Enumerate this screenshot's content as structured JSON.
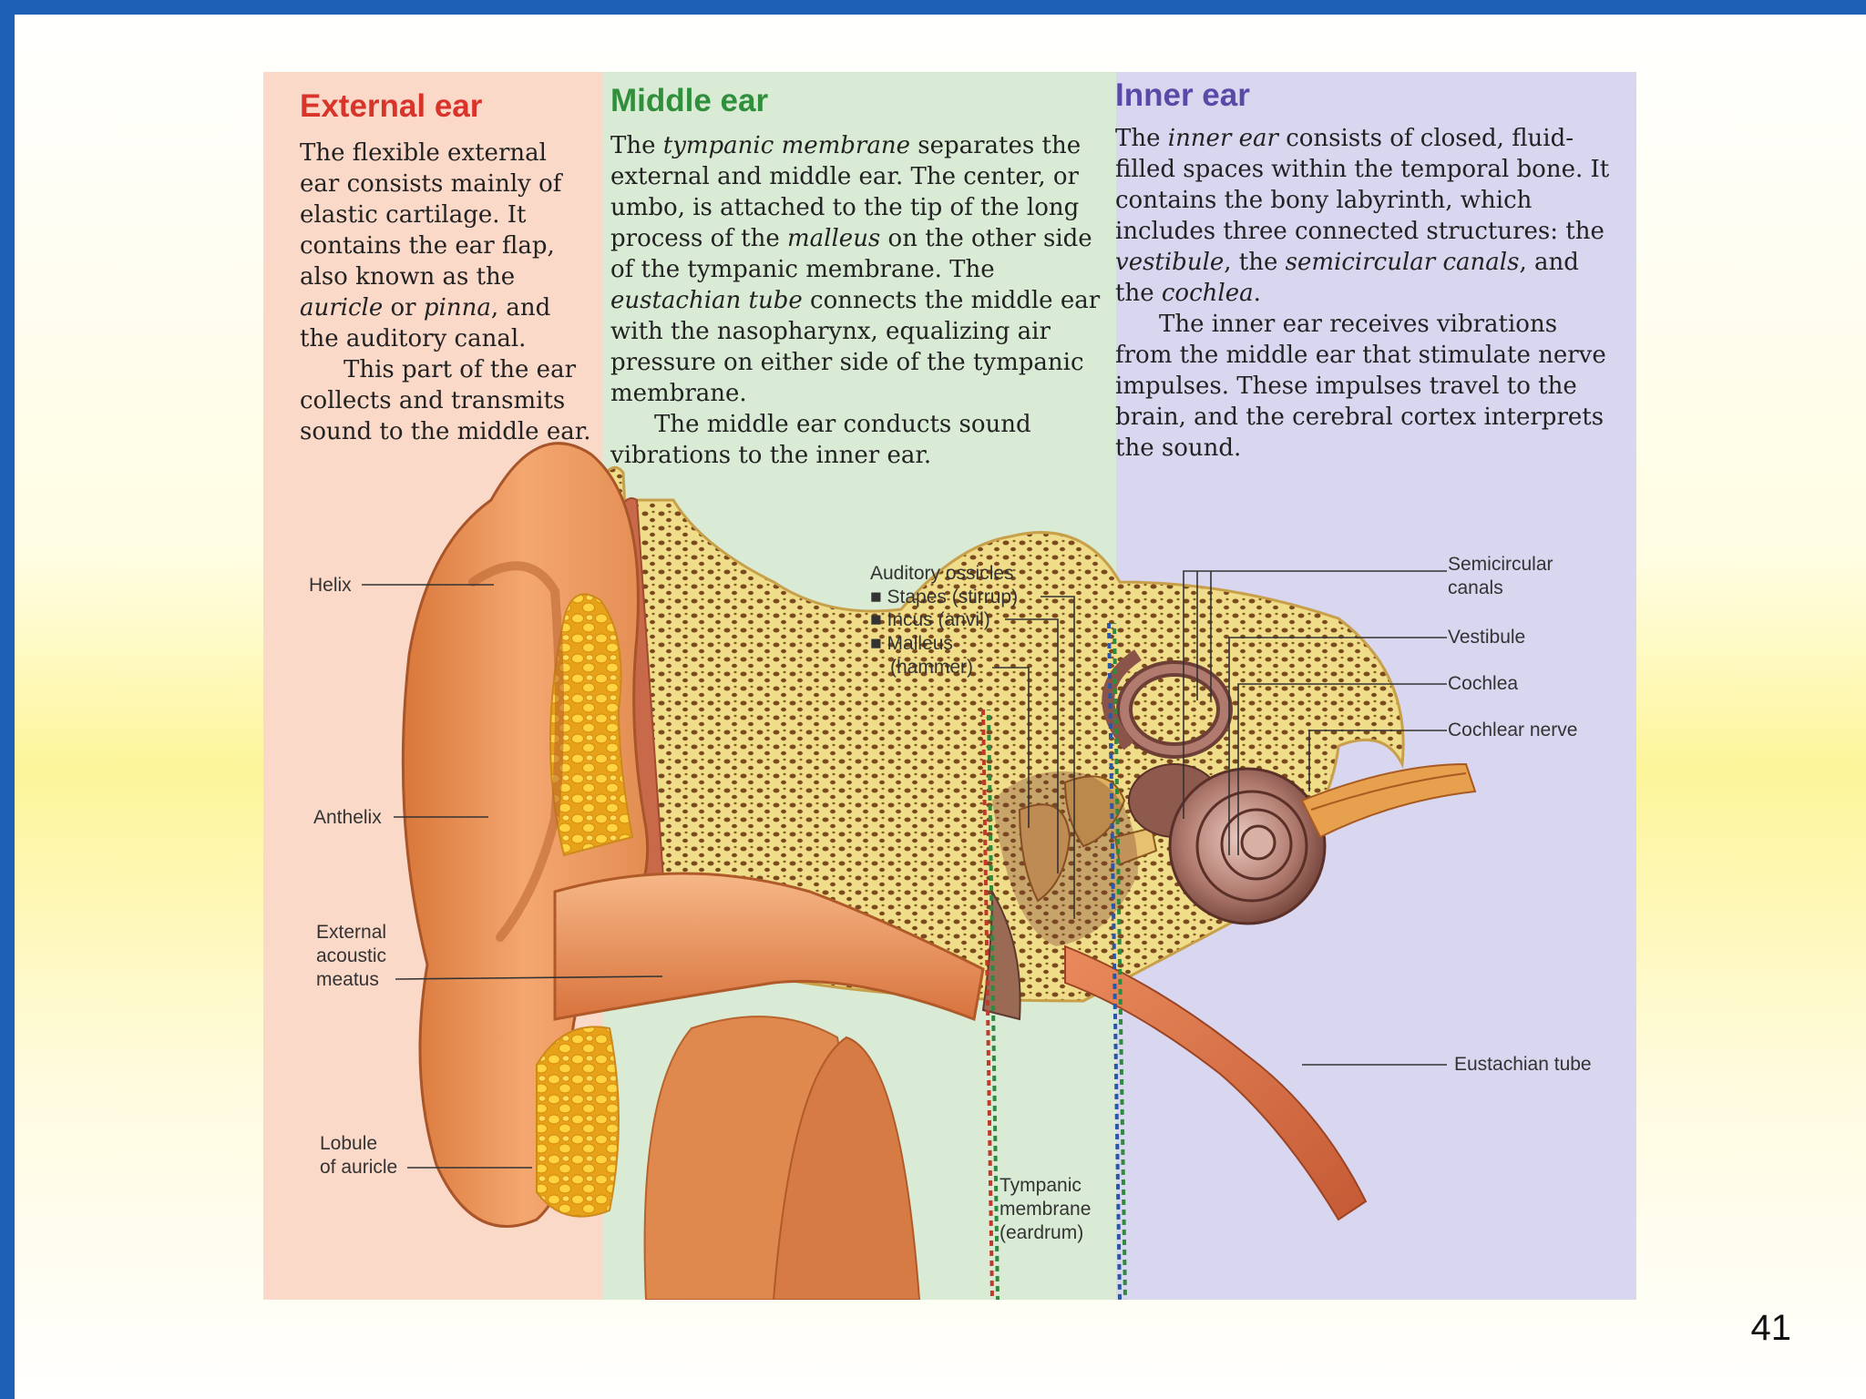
{
  "slide": {
    "number": "41"
  },
  "columns": {
    "external": {
      "title": "External ear",
      "p1_a": "The flexible external ear consists mainly of elastic cartilage. It contains the ear flap, also known as the ",
      "p1_term1": "auricle",
      "p1_b": " or ",
      "p1_term2": "pinna",
      "p1_c": ", and the auditory canal.",
      "p2": "This part of the ear collects and transmits sound to the middle ear."
    },
    "middle": {
      "title": "Middle ear",
      "p1_a": "The ",
      "p1_term1": "tympanic membrane",
      "p1_b": " separates the external and middle ear. The center, or umbo, is attached to the tip of the long process of the ",
      "p1_term2": "malleus",
      "p1_c": " on the other side of the tympanic membrane. The ",
      "p1_term3": "eustachian tube",
      "p1_d": " connects the middle ear with the nasopharynx, equalizing air pressure on either side of the tympanic membrane.",
      "p2": "The middle ear conducts sound vibrations to the inner ear."
    },
    "inner": {
      "title": "Inner ear",
      "p1_a": "The ",
      "p1_term1": "inner ear",
      "p1_b": " consists of closed, fluid-filled spaces within the temporal bone. It contains the bony labyrinth, which includes three connected structures: the ",
      "p1_term2": "vestibule",
      "p1_c": ", the ",
      "p1_term3": "semicircular canals",
      "p1_d": ", and the ",
      "p1_term4": "cochlea",
      "p1_e": ".",
      "p2": "The inner ear receives vibrations from the middle ear that stimulate nerve impulses. These impulses travel to the brain, and the cerebral cortex interprets the sound."
    }
  },
  "labels": {
    "helix": "Helix",
    "anthelix": "Anthelix",
    "meatus": "External\nacoustic\nmeatus",
    "lobule": "Lobule\nof auricle",
    "ossicles_title": "Auditory ossicles",
    "stapes": "■ Stapes (stirrup)",
    "incus": "■ Incus (anvil)",
    "malleus": "■ Malleus",
    "hammer": "(hammer)",
    "tympanic": "Tympanic\nmembrane\n(eardrum)",
    "semicircular": "Semicircular\ncanals",
    "vestibule": "Vestibule",
    "cochlea": "Cochlea",
    "cochlear_nerve": "Cochlear nerve",
    "eustachian": "Eustachian tube"
  },
  "colors": {
    "frame": "#1d5fb5",
    "external_title": "#d8342a",
    "middle_title": "#2f8f3a",
    "inner_title": "#5a4aa8",
    "external_bg": "#fbd9c8",
    "middle_bg": "#d9ead5",
    "inner_bg": "#d9d6ef",
    "divider_red": "#c0392b",
    "divider_green": "#2f8a3f",
    "divider_blue": "#2a57a8"
  }
}
